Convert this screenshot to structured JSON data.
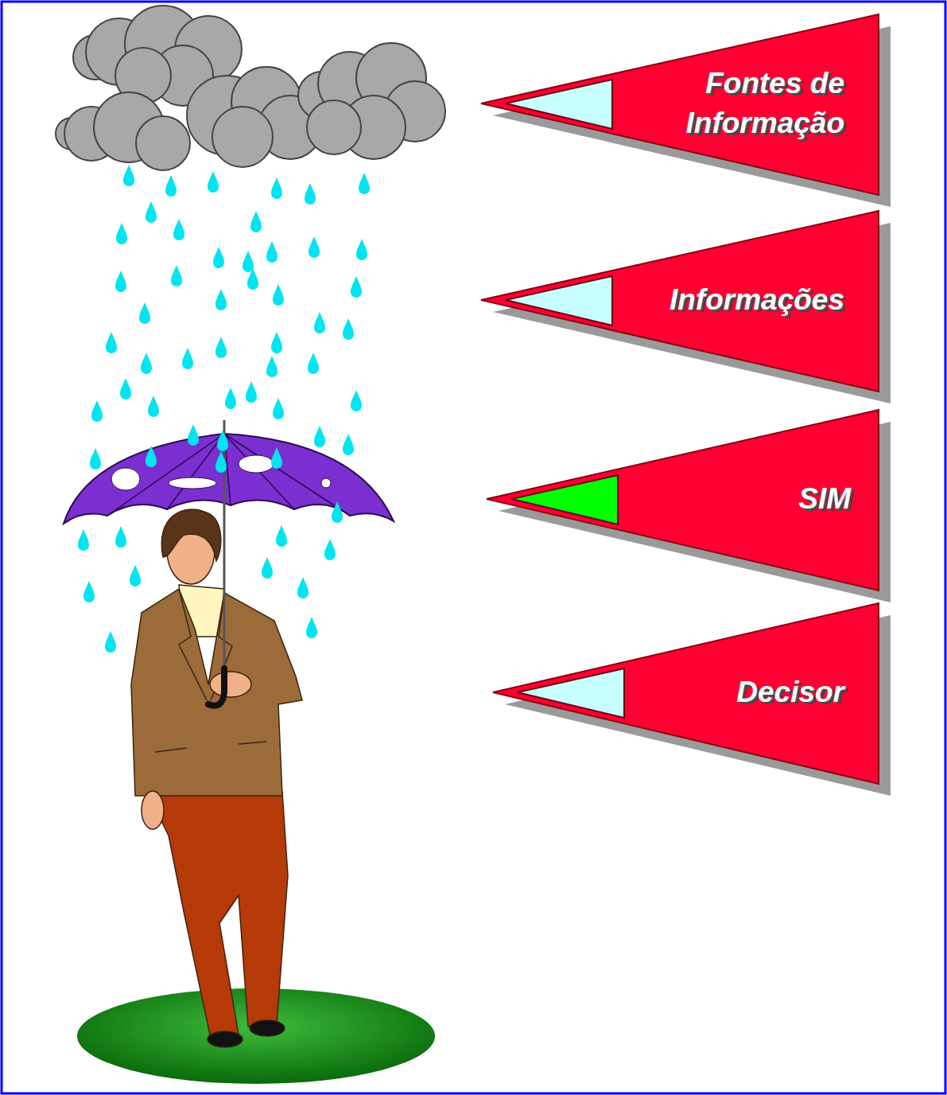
{
  "diagram": {
    "nodes": [
      {
        "text": [
          "Fontes de Informação"
        ]
      },
      {
        "text": [
          "Informações"
        ]
      },
      {
        "text": [
          "SIM"
        ]
      },
      {
        "text": [
          "Decisor"
        ]
      }
    ]
  }
}
